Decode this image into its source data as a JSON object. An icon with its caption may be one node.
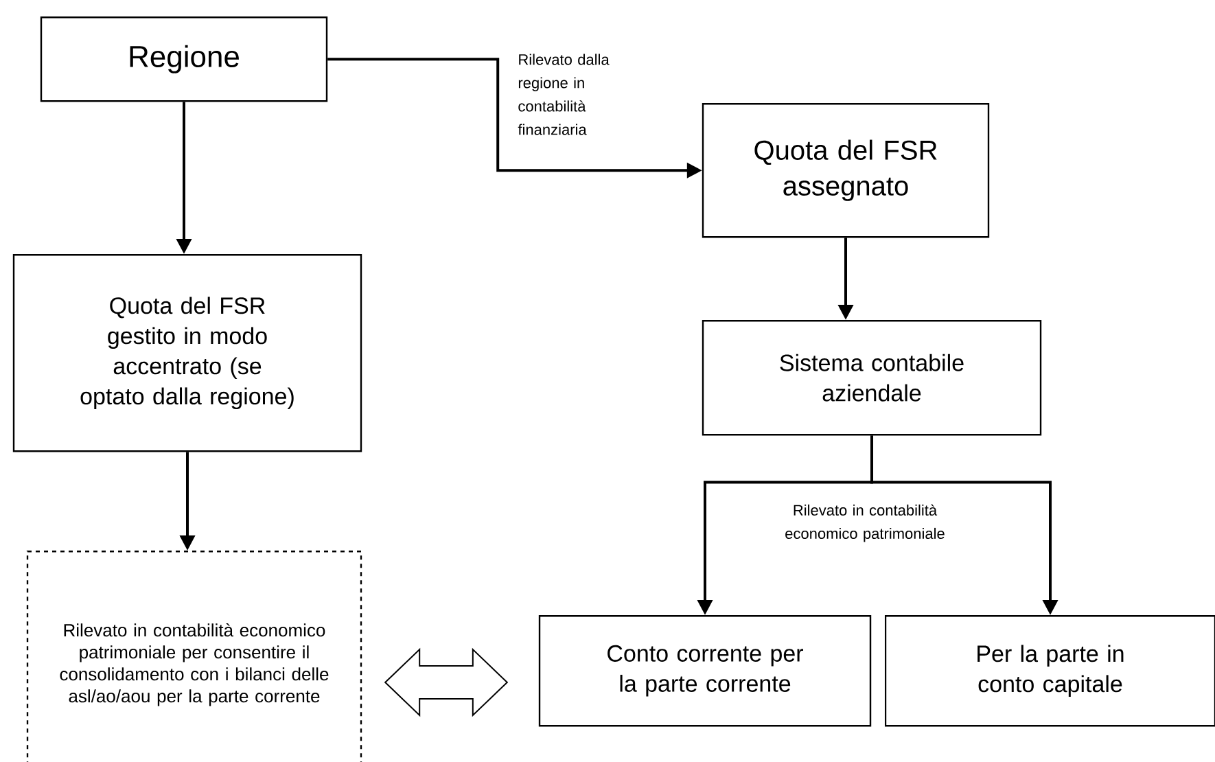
{
  "diagram": {
    "nodes": [
      {
        "text": [
          "Regione"
        ]
      },
      {
        "text": [
          "Quota del FSR assegnato"
        ]
      },
      {
        "text": [
          "Quota del FSR gestito in modo accentrato (se optato dalla regione)"
        ]
      },
      {
        "text": [
          "Sistema contabile aziendale"
        ]
      },
      {
        "text": [
          "Rilevato in contabilità economico patrimoniale per consentire il consolidamento con i bilanci delle asl/ao/aou per la parte corrente"
        ]
      },
      {
        "text": [
          "Conto corrente per la parte corrente"
        ]
      },
      {
        "text": [
          "Per la parte in conto capitale"
        ]
      }
    ],
    "edges": [
      {
        "from": 0,
        "to": 2,
        "arrow": "to"
      },
      {
        "from": 0,
        "to": 1,
        "arrow": "to",
        "label": "Rilevato dalla regione in contabilità finanziaria"
      },
      {
        "from": 2,
        "to": 4,
        "arrow": "to"
      },
      {
        "from": 1,
        "to": 3,
        "arrow": "to"
      },
      {
        "from": 3,
        "to": 5,
        "arrow": "to",
        "label": "Rilevato in contabilità economico patrimoniale"
      },
      {
        "from": 3,
        "to": 6,
        "arrow": "to"
      },
      {
        "from": 4,
        "to": 5,
        "arrow": "both",
        "style": "thick"
      }
    ]
  }
}
